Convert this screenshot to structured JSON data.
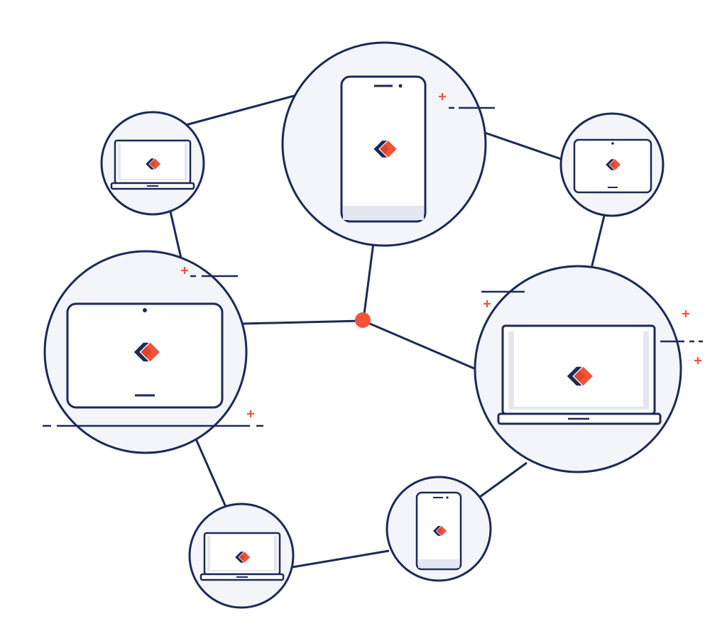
{
  "colors": {
    "navy": "#1b2a57",
    "accent": "#f0533a",
    "circle_fill": "#f3f5fa",
    "screen_fill": "#ffffff",
    "panel_fill": "#e4e7f1"
  },
  "nodes": [
    {
      "id": "node-top-left-laptop",
      "device": "laptop"
    },
    {
      "id": "node-top-center-phone",
      "device": "phone"
    },
    {
      "id": "node-top-right-tablet",
      "device": "tablet-landscape"
    },
    {
      "id": "node-mid-left-tablet",
      "device": "tablet-landscape"
    },
    {
      "id": "node-mid-right-laptop",
      "device": "laptop"
    },
    {
      "id": "node-bottom-center-phone",
      "device": "phone"
    },
    {
      "id": "node-bottom-left-laptop",
      "device": "laptop"
    }
  ],
  "hub": {
    "id": "central-hub"
  },
  "logo_icon": "diamond-chevron-logo-icon"
}
